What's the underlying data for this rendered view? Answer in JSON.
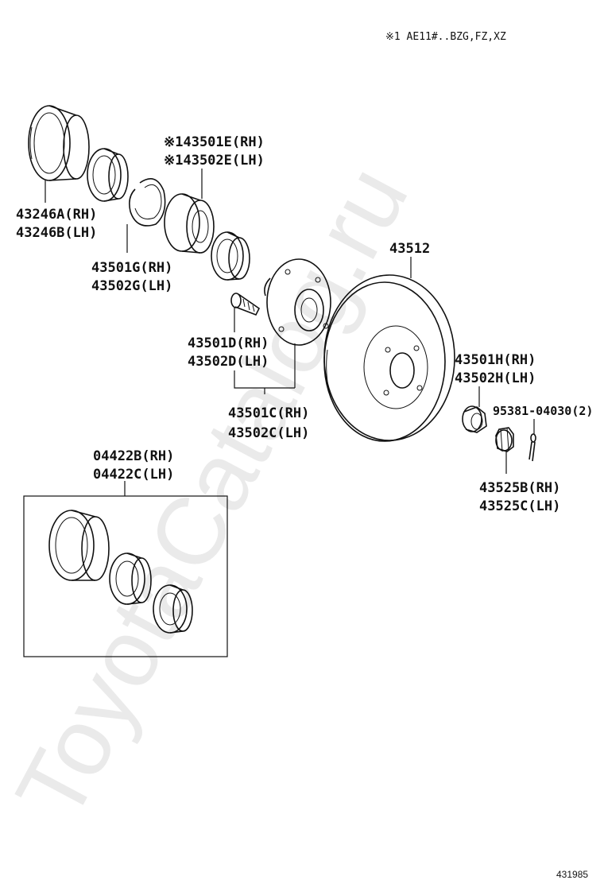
{
  "header": {
    "applicability_note": "※1 AE11#..BZG,FZ,XZ"
  },
  "watermark": {
    "text": "ToyotaCatalog.ru"
  },
  "labels": {
    "seal_outer_rh": "43246A(RH)",
    "seal_outer_lh": "43246B(LH)",
    "snap_ring_rh": "43501G(RH)",
    "snap_ring_lh": "43502G(LH)",
    "bearing_rh": "※143501E(RH)",
    "bearing_lh": "※143502E(LH)",
    "rotor": "43512",
    "hub_bolt_rh": "43501D(RH)",
    "hub_bolt_lh": "43502D(LH)",
    "hub_assy_rh": "43501C(RH)",
    "hub_assy_lh": "43502C(LH)",
    "hub_nut_rh": "43501H(RH)",
    "hub_nut_lh": "43502H(LH)",
    "cotter_pin": "95381-04030(2)",
    "nut_lock_rh": "43525B(RH)",
    "nut_lock_lh": "43525C(LH)",
    "kit_rh": "04422B(RH)",
    "kit_lh": "04422C(LH)"
  },
  "footer": {
    "illustration_code": "431985"
  }
}
